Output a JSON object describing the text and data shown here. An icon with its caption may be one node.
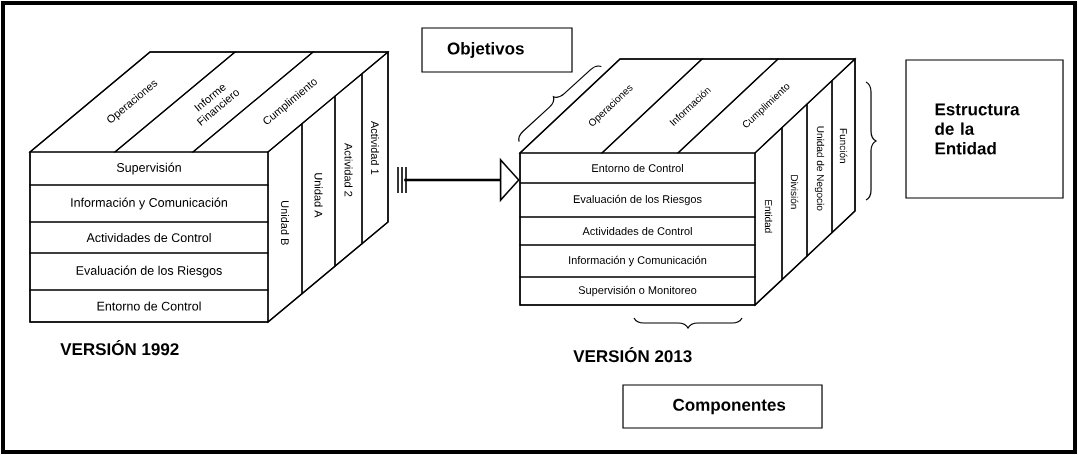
{
  "diagram": {
    "nodes": [
      {
        "text": [],
        "shape": "cube"
      },
      {
        "text": [
          "Operaciones"
        ],
        "in": 0
      },
      {
        "text": [
          "Informe Financiero"
        ],
        "in": 0
      },
      {
        "text": [
          "Cumplimiento"
        ],
        "in": 0
      },
      {
        "text": [
          "Unidad B"
        ],
        "in": 0
      },
      {
        "text": [
          "Unidad A"
        ],
        "in": 0
      },
      {
        "text": [
          "Actividad 2"
        ],
        "in": 0
      },
      {
        "text": [
          "Actividad 1"
        ],
        "in": 0
      },
      {
        "text": [
          "Supervisión"
        ],
        "in": 0
      },
      {
        "text": [
          "Información y Comunicación"
        ],
        "in": 0
      },
      {
        "text": [
          "Actividades de Control"
        ],
        "in": 0
      },
      {
        "text": [
          "Evaluación de los Riesgos"
        ],
        "in": 0
      },
      {
        "text": [
          "Entorno de Control"
        ],
        "in": 0
      },
      {
        "text": [
          "Objetivos"
        ]
      },
      {
        "text": [],
        "shape": "cube"
      },
      {
        "text": [
          "Operaciones"
        ],
        "in": 14
      },
      {
        "text": [
          "Información"
        ],
        "in": 14
      },
      {
        "text": [
          "Cumplimiento"
        ],
        "in": 14
      },
      {
        "text": [
          "Entidad"
        ],
        "in": 14
      },
      {
        "text": [
          "División"
        ],
        "in": 14
      },
      {
        "text": [
          "Unidad de Negocio"
        ],
        "in": 14
      },
      {
        "text": [
          "Función"
        ],
        "in": 14
      },
      {
        "text": [
          "Entorno de Control"
        ],
        "in": 14
      },
      {
        "text": [
          "Evaluación de los Riesgos"
        ],
        "in": 14
      },
      {
        "text": [
          "Actividades de Control"
        ],
        "in": 14
      },
      {
        "text": [
          "Información y Comunicación"
        ],
        "in": 14
      },
      {
        "text": [
          "Supervisión o Monitoreo"
        ],
        "in": 14
      },
      {
        "text": [
          "Estructura de la Entidad"
        ]
      },
      {
        "text": [
          "Componentes"
        ]
      }
    ],
    "edges": [
      {
        "from": 0,
        "to": 14,
        "arrow": "to"
      }
    ],
    "labels": [
      "VERSIÓN 1992",
      "VERSIÓN 2013"
    ]
  }
}
